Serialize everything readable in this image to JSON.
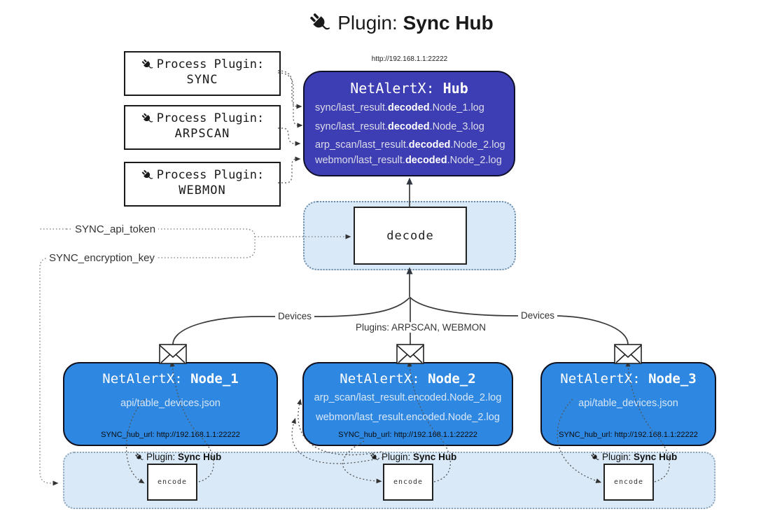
{
  "title": {
    "prefix": "Plugin:",
    "name": "Sync Hub"
  },
  "process_plugins": [
    {
      "label": "Process Plugin:",
      "name": "SYNC"
    },
    {
      "label": "Process Plugin:",
      "name": "ARPSCAN"
    },
    {
      "label": "Process Plugin:",
      "name": "WEBMON"
    }
  ],
  "hub": {
    "url": "http://192.168.1.1:22222",
    "title_prefix": "NetAlertX:",
    "title_name": "Hub",
    "logs": [
      {
        "pre": "sync/last_result.",
        "bold": "decoded",
        "post": ".Node_1.log"
      },
      {
        "pre": "sync/last_result.",
        "bold": "decoded",
        "post": ".Node_3.log"
      },
      {
        "pre": "arp_scan/last_result.",
        "bold": "decoded",
        "post": ".Node_2.log"
      },
      {
        "pre": "webmon/last_result.",
        "bold": "decoded",
        "post": ".Node_2.log"
      }
    ]
  },
  "decode": {
    "label": "decode"
  },
  "settings": {
    "api_token": "SYNC_api_token",
    "encryption_key": "SYNC_encryption_key"
  },
  "edges": {
    "devices_left": "Devices",
    "plugins_mid": "Plugins: ARPSCAN, WEBMON",
    "devices_right": "Devices"
  },
  "nodes": [
    {
      "title_prefix": "NetAlertX:",
      "title_name": "Node_1",
      "files": [
        "api/table_devices.json"
      ],
      "hub_url": "SYNC_hub_url: http://192.168.1.1:22222"
    },
    {
      "title_prefix": "NetAlertX:",
      "title_name": "Node_2",
      "files": [
        "arp_scan/last_result.encoded.Node_2.log",
        "webmon/last_result.encoded.Node_2.log"
      ],
      "hub_url": "SYNC_hub_url: http://192.168.1.1:22222"
    },
    {
      "title_prefix": "NetAlertX:",
      "title_name": "Node_3",
      "files": [
        "api/table_devices.json"
      ],
      "hub_url": "SYNC_hub_url: http://192.168.1.1:22222"
    }
  ],
  "encode_band": {
    "plugin_label_prefix": "Plugin:",
    "plugin_label_name": "Sync Hub",
    "encode_label": "encode"
  },
  "colors": {
    "hub_bg": "#3e3eb4",
    "node_bg": "#2e87e0",
    "panel_bg": "#d9e9f8",
    "line": "#3a3a3a",
    "dotted": "#555555",
    "border": "#111111"
  }
}
